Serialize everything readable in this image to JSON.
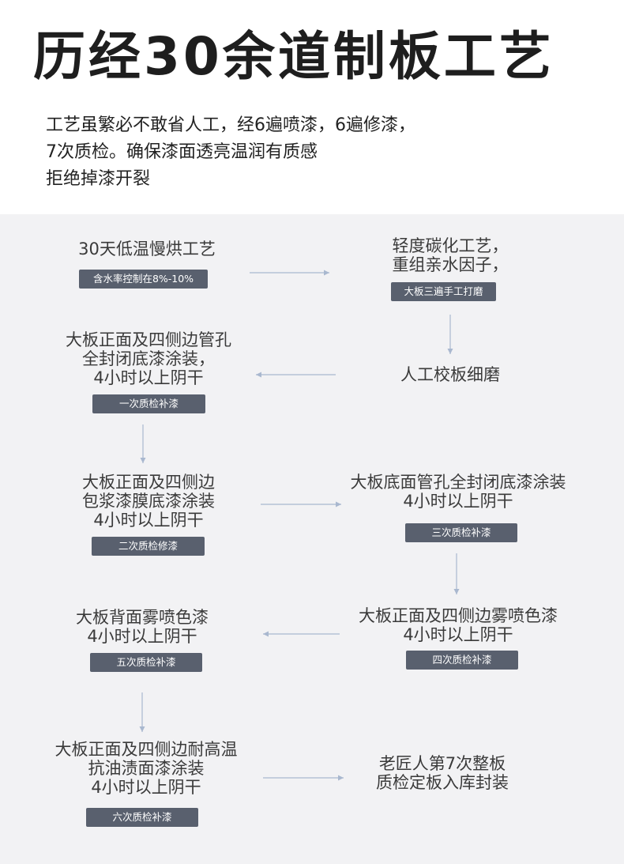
{
  "title": "历经30余道制板工艺",
  "intro": [
    "工艺虽繁必不敢省人工，经6遍喷漆，6遍修漆，",
    "7次质检。确保漆面透亮温润有质感",
    "拒绝掉漆开裂"
  ],
  "steps": [
    {
      "lines": [
        "30天低温慢烘工艺"
      ],
      "badge": "含水率控制在8%-10%"
    },
    {
      "lines": [
        "轻度碳化工艺，",
        "重组亲水因子，"
      ],
      "badge": "大板三遍手工打磨"
    },
    {
      "lines": [
        "人工校板细磨"
      ],
      "badge": ""
    },
    {
      "lines": [
        "大板正面及四侧边管孔",
        "全封闭底漆涂装，",
        "4小时以上阴干"
      ],
      "badge": "一次质检补漆"
    },
    {
      "lines": [
        "大板正面及四侧边",
        "包浆漆膜底漆涂装",
        "4小时以上阴干"
      ],
      "badge": "二次质检修漆"
    },
    {
      "lines": [
        "大板底面管孔全封闭底漆涂装",
        "4小时以上阴干"
      ],
      "badge": "三次质检补漆"
    },
    {
      "lines": [
        "大板正面及四侧边雾喷色漆",
        "4小时以上阴干"
      ],
      "badge": "四次质检补漆"
    },
    {
      "lines": [
        "大板背面雾喷色漆",
        "4小时以上阴干"
      ],
      "badge": "五次质检补漆"
    },
    {
      "lines": [
        "大板正面及四侧边耐高温",
        "抗油渍面漆涂装",
        "4小时以上阴干"
      ],
      "badge": "六次质检补漆"
    },
    {
      "lines": [
        "老匠人第7次整板",
        "质检定板入库封装"
      ],
      "badge": ""
    }
  ],
  "colors": {
    "badge": "#59606e",
    "arrow": "#a9b8cf",
    "panel": "#f2f2f4"
  }
}
